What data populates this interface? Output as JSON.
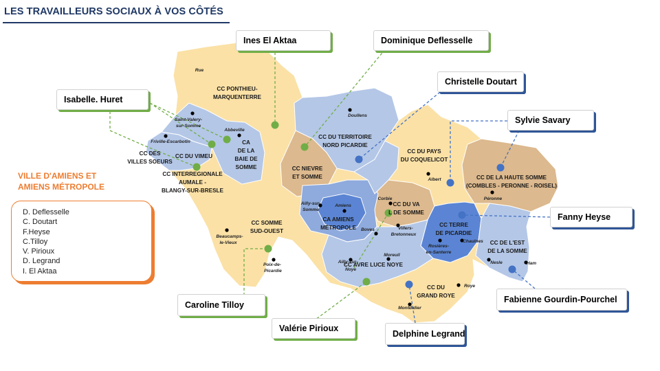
{
  "header": {
    "title": "LES TRAVAILLEURS  SOCIAUX À VOS CÔTÉS"
  },
  "side": {
    "title_line1": "VILLE D'AMIENS ET",
    "title_line2": "AMIENS MÉTROPOLE",
    "names": [
      "D. Deflesselle",
      "C. Doutart",
      "F.Heyse",
      "C.Tilloy",
      "V. Pirioux",
      "D. Legrand",
      "I. El Aktaa"
    ]
  },
  "callouts": {
    "el_aktaa": "Ines El Aktaa",
    "deflesselle": "Dominique Deflesselle",
    "huret": "Isabelle. Huret",
    "doutart": "Christelle Doutart",
    "savary": "Sylvie Savary",
    "heyse": "Fanny Heyse",
    "gourdin": "Fabienne Gourdin-Pourchel",
    "tilloy": "Caroline Tilloy",
    "pirioux": "Valérie Pirioux",
    "legrand": "Delphine Legrand"
  },
  "regions": {
    "ponthieu": [
      "CC PONTHIEU-",
      "MARQUENTERRE"
    ],
    "baie": [
      "CA",
      "DE LA",
      "BAIE DE",
      "SOMME"
    ],
    "villes_soeurs": [
      "CC DES",
      "VILLES SOEURS"
    ],
    "vimeu": [
      "CC DU VIMEU"
    ],
    "interregionale": [
      "CC INTERREGIONALE",
      "AUMALE -",
      "BLANGY-SUR-BRESLE"
    ],
    "territoire_nord": [
      "CC DU TERRITOIRE",
      "NORD PICARDIE"
    ],
    "nievre": [
      "CC NIEVRE",
      "ET SOMME"
    ],
    "coquelicot": [
      "CC DU PAYS",
      "DU COQUELICOT"
    ],
    "haute_somme": [
      "CC DE LA HAUTE SOMME",
      "(COMBLES - PERONNE - ROISEL)"
    ],
    "val_somme": [
      "CC DU VA",
      "L DE SOMME"
    ],
    "amiens_metropole": [
      "CA AMIENS",
      "MÉTROPOLE"
    ],
    "somme_sud_ouest": [
      "CC SOMME",
      "SUD-OUEST"
    ],
    "terre_picardie": [
      "CC TERRE",
      "DE PICARDIE"
    ],
    "est_somme": [
      "CC DE L'EST",
      "DE LA SOMME"
    ],
    "avre_luce_noye": [
      "CC AVRE LUCE NOYE"
    ],
    "grand_roye": [
      "CC DU",
      "GRAND ROYE"
    ]
  },
  "towns": {
    "rue": "Rue",
    "saint_valery": [
      "Saint-Valery-",
      "sur-Somme"
    ],
    "abbeville": "Abbeville",
    "friville": "Friville-Escarbotin",
    "doullens": "Doullens",
    "albert": "Albert",
    "peronne": "Péronne",
    "ailly": [
      "Ailly-sur-",
      "Somme"
    ],
    "amiens": "Amiens",
    "corbie": "Corbie",
    "boves": "Boves",
    "villers": [
      "Villers-",
      "Bretonneux"
    ],
    "rosieres": [
      "Rosières-",
      "en-Santerre"
    ],
    "chaulnes": "Chaulnes",
    "moreuil": "Moreuil",
    "ailly_noye": [
      "Ailly-sur-",
      "Noye"
    ],
    "beaucamps": [
      "Beaucamps-",
      "le-Vieux"
    ],
    "poix": [
      "Poix-de-",
      "Picardie"
    ],
    "nesle": "Nesle",
    "ham": "Ham",
    "roye": "Roye",
    "montdidier": "Montdidier"
  },
  "colors": {
    "yellow": "#fbe1a6",
    "tan": "#dcb98e",
    "light_blue": "#b4c7e7",
    "mid_blue": "#8faadc",
    "dark_blue": "#5b85d4",
    "green": "#70ad47",
    "blue_marker": "#4472c4",
    "orange": "#ed7d31",
    "navy": "#1f3864"
  }
}
